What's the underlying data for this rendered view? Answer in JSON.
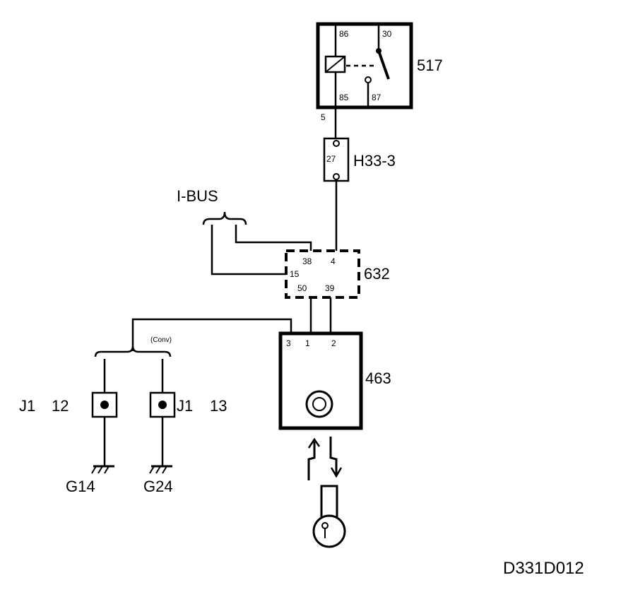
{
  "relay": {
    "name": "517",
    "pins": {
      "p86": "86",
      "p30": "30",
      "p85": "85",
      "p87": "87"
    },
    "below_pin": "5"
  },
  "fuse": {
    "name": "H33-3",
    "pin": "27"
  },
  "ibus": {
    "label": "I-BUS"
  },
  "module632": {
    "name": "632",
    "pins": {
      "p38": "38",
      "p4": "4",
      "p15": "15",
      "p50": "50",
      "p39": "39"
    }
  },
  "module463": {
    "name": "463",
    "pins": {
      "p3": "3",
      "p1": "1",
      "p2": "2"
    }
  },
  "conv_label": "(Conv)",
  "connectors": [
    {
      "conn": "J1",
      "pin": "12"
    },
    {
      "conn": "J1",
      "pin": "13"
    }
  ],
  "grounds": [
    "G14",
    "G24"
  ],
  "figure_ref": "D331D012"
}
